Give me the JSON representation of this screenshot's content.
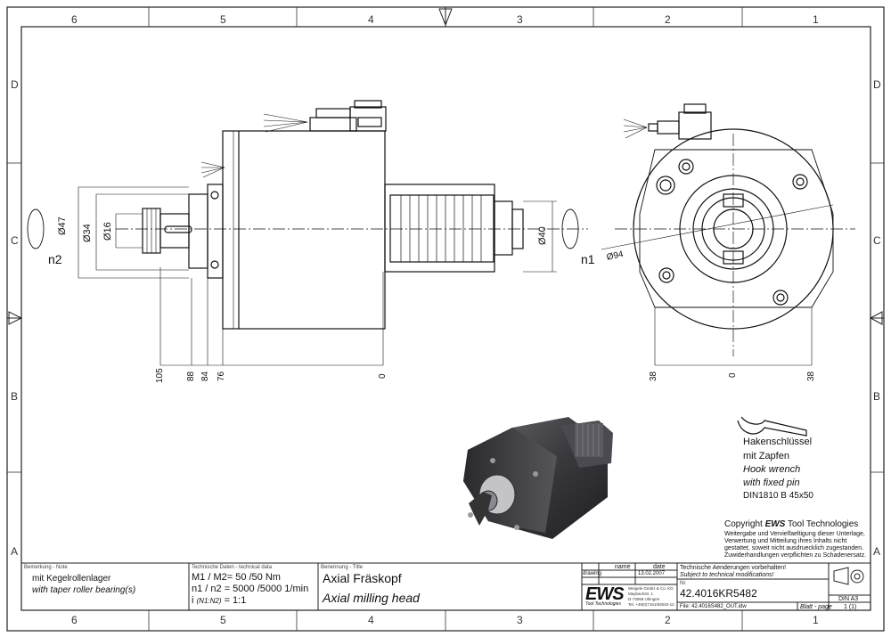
{
  "frame": {
    "col_labels_top": [
      "6",
      "5",
      "4",
      "3",
      "2",
      "1"
    ],
    "col_labels_bottom": [
      "6",
      "5",
      "4",
      "3",
      "2",
      "1"
    ],
    "row_labels_left": [
      "D",
      "C",
      "B",
      "A"
    ],
    "row_labels_right": [
      "D",
      "C",
      "B",
      "A"
    ]
  },
  "side_view": {
    "dimensions_vertical": [
      "Ø47",
      "Ø34",
      "Ø16",
      "Ø40"
    ],
    "rotation_left": "n2",
    "rotation_right": "n1",
    "dimensions_horizontal": [
      "105",
      "88",
      "84",
      "76",
      "0"
    ]
  },
  "front_view": {
    "diameter": "Ø94",
    "dimensions_horizontal": [
      "38",
      "0",
      "38"
    ]
  },
  "hook_wrench": {
    "lines_de": [
      "Hakenschlüssel",
      "mit Zapfen"
    ],
    "lines_en": [
      "Hook wrench",
      "with fixed pin"
    ],
    "standard": "DIN1810 B 45x50"
  },
  "copyright": {
    "title_prefix": "Copyright ",
    "title_brand": "EWS",
    "title_suffix": " Tool Technologies",
    "lines": [
      "Weitergabe und Vervielfaeltigung dieser Unterlage,",
      "Verwertung und Mitteilung ihres Inhalts nicht",
      "gestattet, soweit nicht ausdruecklich zugestanden.",
      "Zuwiderhandlungen verpflichten zu Schadenersatz."
    ]
  },
  "title_block": {
    "remark_label": "Bemerkung - Note",
    "remark_de": "mit Kegelrollenlager",
    "remark_en": "with taper roller bearing(s)",
    "tech_label": "Technische Daten - technical data",
    "tech_torque": "M1 / M2= 50 /50  Nm",
    "tech_speed": "n1 / n2 = 5000 /5000  1/min",
    "tech_ratio_prefix": "i ",
    "tech_ratio_paren": "(N1:N2)",
    "tech_ratio_value": " = 1:1",
    "name_label": "Benennung - Title",
    "name_de": "Axial Fräskopf",
    "name_en": "Axial milling head",
    "col_name": "name",
    "col_date": "date",
    "row_drawing": "drawing",
    "drawing_date": "13.02.2007",
    "logo": "EWS",
    "logo_sub": "Tool Technologies",
    "company_lines": [
      "Weigele GmbH & Co. KG",
      "Maybachstr. 1",
      "D-73066 Uhingen",
      "Tel. +49(0)7161/93040-12"
    ],
    "changes_de": "Technische Aenderungen vorbehalten!",
    "changes_en": "Subject to technical modifications!",
    "nr_label": "Nr.",
    "part_number": "42.4016KR5482",
    "format": "DIN A3",
    "file_label": "File: 42.4016S482_OUT.idw",
    "sheet_label": "Blatt - page",
    "sheet_value": "1 (1)"
  }
}
